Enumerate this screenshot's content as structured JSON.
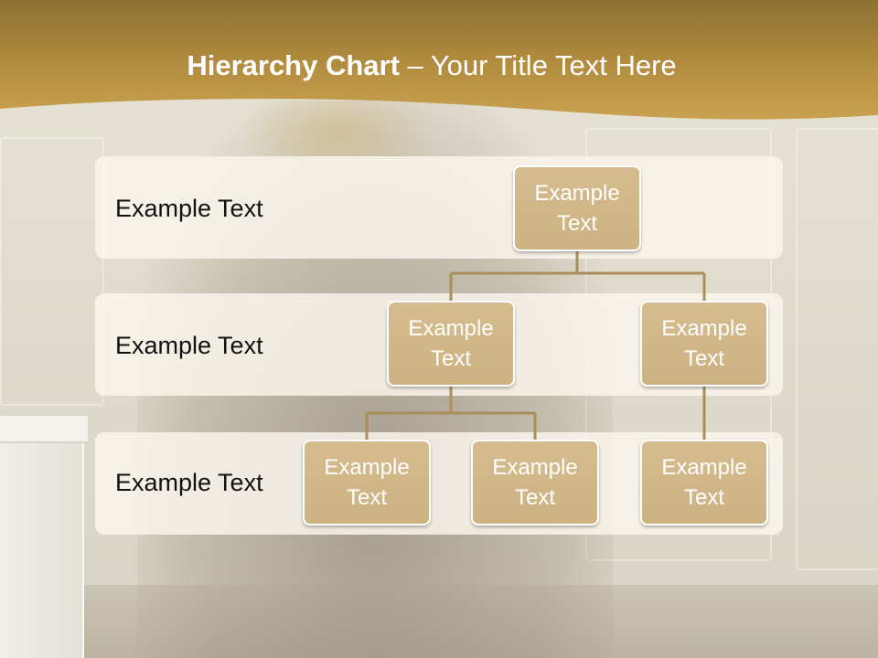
{
  "slide": {
    "title_bold": "Hierarchy Chart",
    "title_rest": " – Your Title Text Here"
  },
  "levels": [
    {
      "label": "Example Text"
    },
    {
      "label": "Example Text"
    },
    {
      "label": "Example Text"
    }
  ],
  "nodes": {
    "root": "Example Text",
    "l2_left": "Example Text",
    "l2_right": "Example Text",
    "l3_a": "Example Text",
    "l3_b": "Example Text",
    "l3_c": "Example Text"
  },
  "colors": {
    "title_band": "#b8913a",
    "node_fill": "#d2b887",
    "connector": "#a98e5a",
    "band_fill": "#faf6ec"
  }
}
